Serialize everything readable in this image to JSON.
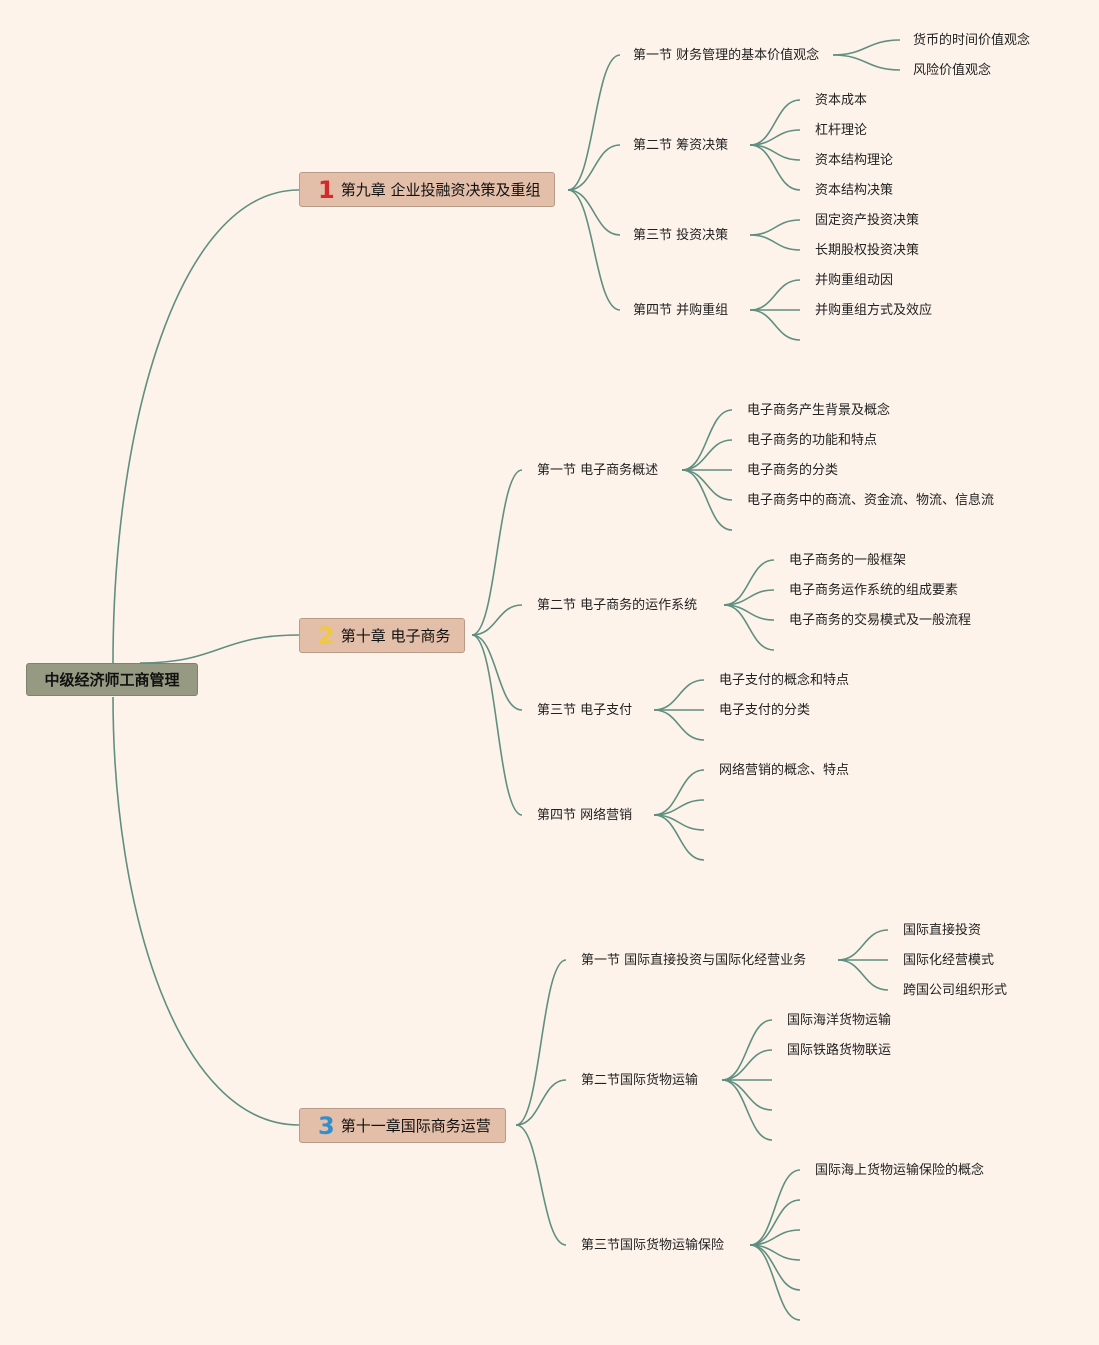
{
  "root": {
    "title": "中级经济师工商管理"
  },
  "chapters": [
    {
      "num": "1",
      "num_color": "#d32a2a",
      "title": "第九章 企业投融资决策及重组",
      "sections": [
        {
          "title": "第一节 财务管理的基本价值观念",
          "leaves": [
            "货币的时间价值观念",
            "风险价值观念"
          ]
        },
        {
          "title": "第二节 筹资决策",
          "leaves": [
            "资本成本",
            "杠杆理论",
            "资本结构理论",
            "资本结构决策"
          ]
        },
        {
          "title": "第三节 投资决策",
          "leaves": [
            "固定资产投资决策",
            "长期股权投资决策"
          ]
        },
        {
          "title": "第四节 并购重组",
          "leaves": [
            "并购重组动因",
            "并购重组方式及效应",
            ""
          ]
        }
      ]
    },
    {
      "num": "2",
      "num_color": "#f1c93a",
      "title": "第十章 电子商务",
      "sections": [
        {
          "title": "第一节 电子商务概述",
          "leaves": [
            "电子商务产生背景及概念",
            "电子商务的功能和特点",
            "电子商务的分类",
            "电子商务中的商流、资金流、物流、信息流",
            ""
          ]
        },
        {
          "title": "第二节 电子商务的运作系统",
          "leaves": [
            "电子商务的一般框架",
            "电子商务运作系统的组成要素",
            "电子商务的交易模式及一般流程",
            ""
          ]
        },
        {
          "title": "第三节 电子支付",
          "leaves": [
            "电子支付的概念和特点",
            "电子支付的分类",
            ""
          ]
        },
        {
          "title": "第四节 网络营销",
          "leaves": [
            "网络营销的概念、特点",
            "",
            "",
            ""
          ]
        }
      ]
    },
    {
      "num": "3",
      "num_color": "#2f8fd0",
      "title": "第十一章国际商务运营",
      "sections": [
        {
          "title": "第一节 国际直接投资与国际化经营业务",
          "leaves": [
            "国际直接投资",
            "国际化经营模式",
            "跨国公司组织形式"
          ]
        },
        {
          "title": "第二节国际货物运输",
          "leaves": [
            "国际海洋货物运输",
            "国际铁路货物联运",
            "",
            "",
            ""
          ]
        },
        {
          "title": "第三节国际货物运输保险",
          "leaves": [
            "国际海上货物运输保险的概念",
            "",
            "",
            "",
            "",
            ""
          ]
        }
      ]
    }
  ]
}
